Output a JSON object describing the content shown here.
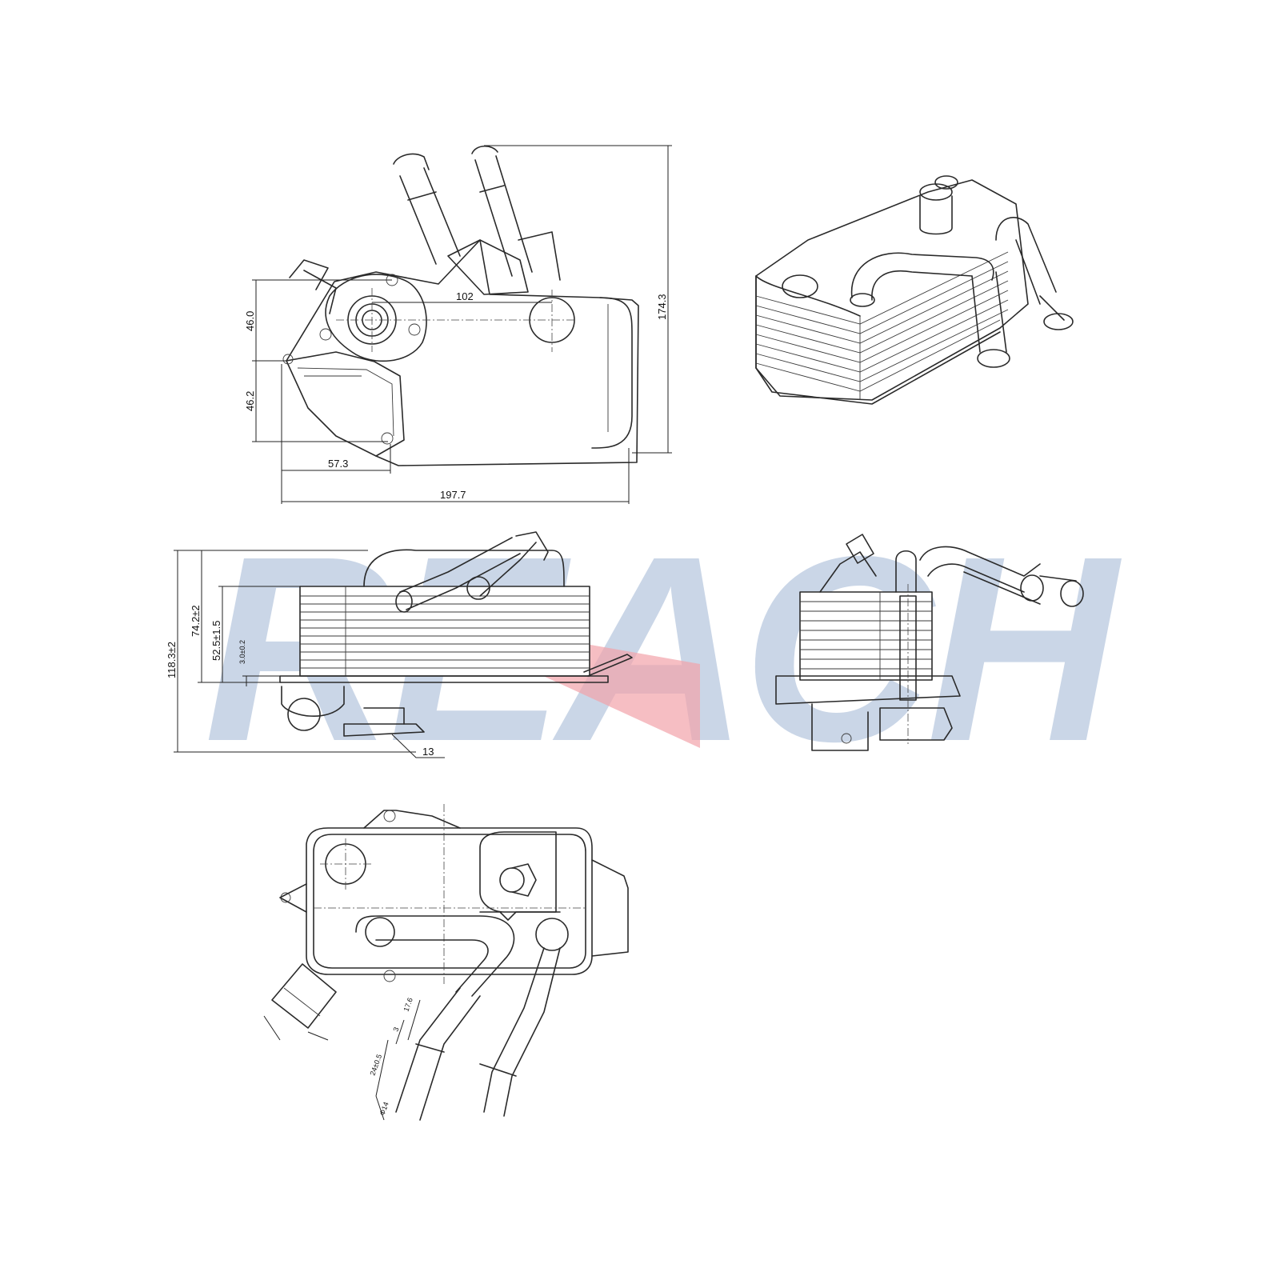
{
  "watermark": {
    "text": "REACH",
    "color": "#9fb4d3",
    "accent_color": "#f2a3aa"
  },
  "top_view": {
    "dim_102": "102",
    "dim_46_0": "46.0",
    "dim_46_2": "46.2",
    "dim_57_3": "57.3",
    "dim_197_7": "197.7",
    "dim_174_3": "174.3"
  },
  "side_view": {
    "dim_118_3": "118.3±2",
    "dim_74_2": "74.2±2",
    "dim_52_5": "52.5±1.5",
    "dim_3_0": "3.0±0.2",
    "callout_13": "13"
  },
  "bottom_view": {
    "dim_17_6": "17.6",
    "dim_3": "3",
    "dim_24": "24±0.5",
    "dim_phi14": "Φ14"
  },
  "icons": {
    "isometric_view": "oil-cooler-isometric-icon",
    "section_view": "oil-cooler-section-icon"
  }
}
